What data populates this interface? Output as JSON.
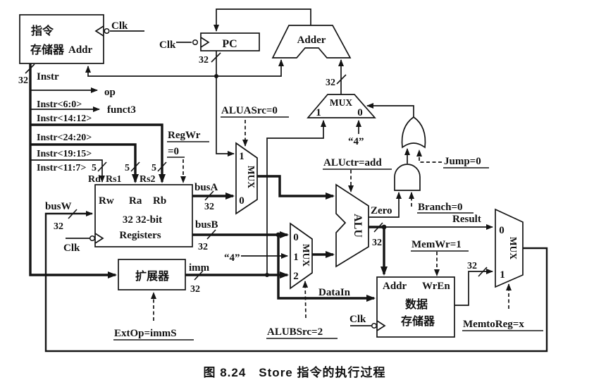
{
  "caption": "图 8.24　Store 指令的执行过程",
  "blocks": {
    "im1": "指令",
    "im2": "存储器",
    "im_addr": "Addr",
    "pc": "PC",
    "adder": "Adder",
    "mux": "MUX",
    "alu": "ALU",
    "rf_rw": "Rw",
    "rf_ra": "Ra",
    "rf_rb": "Rb",
    "rf_l2": "32 32-bit",
    "rf_l3": "Registers",
    "ext": "扩展器",
    "dm_addr": "Addr",
    "dm_wren": "WrEn",
    "dm1": "数据",
    "dm2": "存储器"
  },
  "signals": {
    "clk": "Clk",
    "instr": "Instr",
    "w32": "32",
    "w5": "5",
    "op": "op",
    "funct3": "funct3",
    "instr_6_0": "Instr<6:0>",
    "instr_14_12": "Instr<14:12>",
    "instr_24_20": "Instr<24:20>",
    "instr_19_15": "Instr<19:15>",
    "instr_11_7": "Instr<11:7>",
    "rd": "Rd",
    "rs1": "Rs1",
    "rs2": "Rs2",
    "busa": "busA",
    "busb": "busB",
    "busw": "busW",
    "imm": "imm",
    "four": "“4”",
    "zero": "Zero",
    "result": "Result",
    "datain": "DataIn",
    "n0": "0",
    "n1": "1",
    "n2": "2"
  },
  "controls": {
    "aluasrc": "ALUASrc=0",
    "regwr_l1": "RegWr",
    "regwr_l2": "=0",
    "aluctr": "ALUctr=add",
    "jump": "Jump=0",
    "branch": "Branch=0",
    "memwr": "MemWr=1",
    "memtoreg": "MemtoReg=x",
    "alubsrc": "ALUBSrc=2",
    "extop": "ExtOp=immS"
  }
}
